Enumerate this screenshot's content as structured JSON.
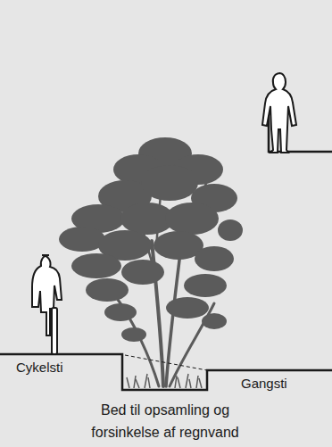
{
  "diagram": {
    "caption": "Bed til opsamling og forsinkelse af regnvand",
    "labels": [
      "Cykelsti",
      "Gangsti"
    ]
  }
}
